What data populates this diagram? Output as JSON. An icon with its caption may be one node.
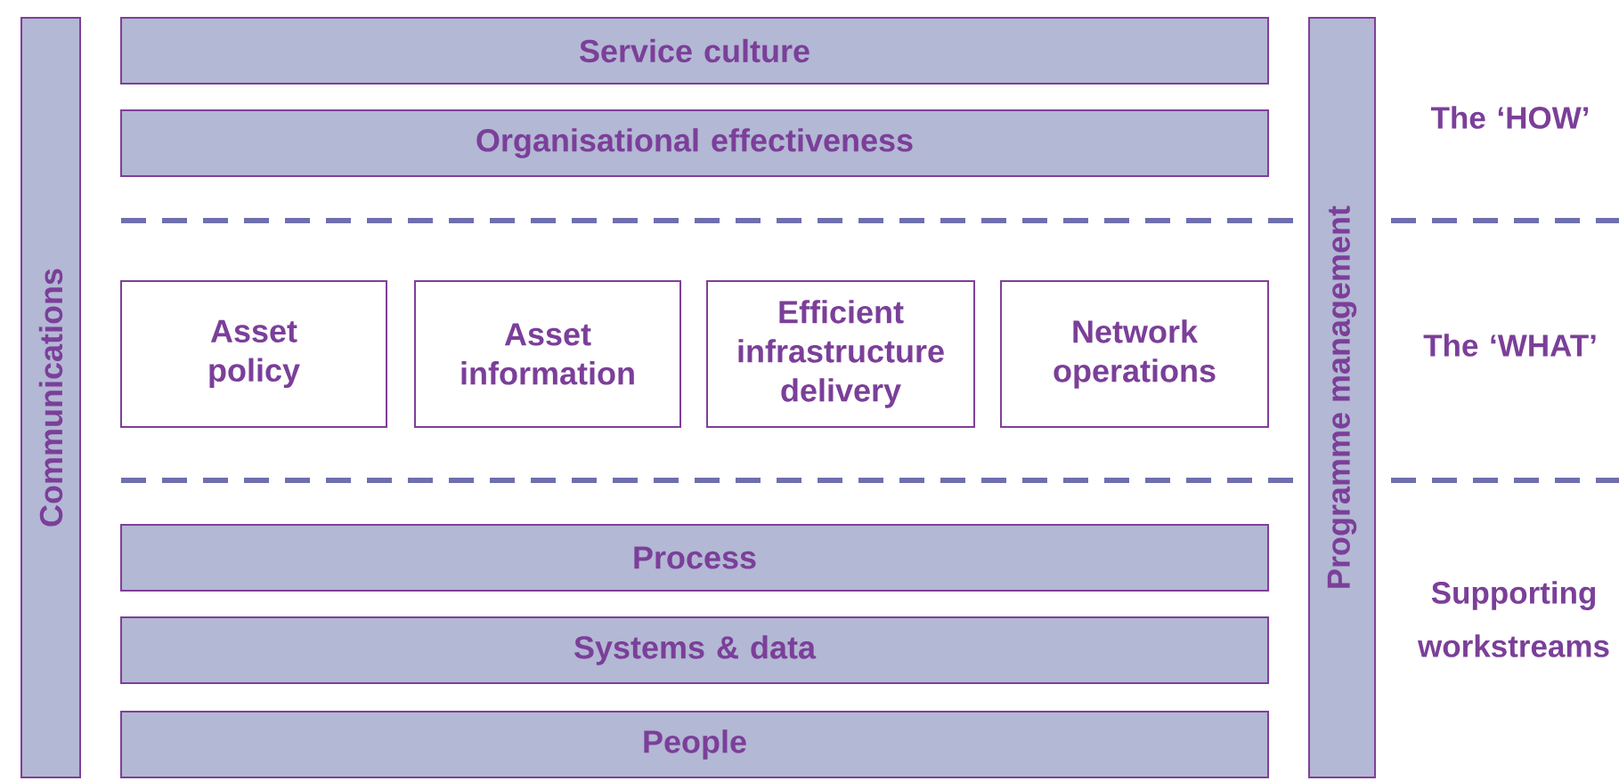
{
  "diagram": {
    "nodes": [
      {
        "text": [
          "Communications"
        ]
      },
      {
        "text": [
          "Service culture"
        ]
      },
      {
        "text": [
          "Organisational effectiveness"
        ]
      },
      {
        "text": [
          "Programme management"
        ]
      },
      {
        "text": [
          "Asset policy"
        ]
      },
      {
        "text": [
          "Asset information"
        ]
      },
      {
        "text": [
          "Efficient infrastructure delivery"
        ]
      },
      {
        "text": [
          "Network operations"
        ]
      },
      {
        "text": [
          "Process"
        ]
      },
      {
        "text": [
          "Systems & data"
        ]
      },
      {
        "text": [
          "People"
        ]
      }
    ],
    "labels": [
      "The ‘HOW’",
      "The ‘WHAT’",
      "Supporting workstreams"
    ]
  }
}
